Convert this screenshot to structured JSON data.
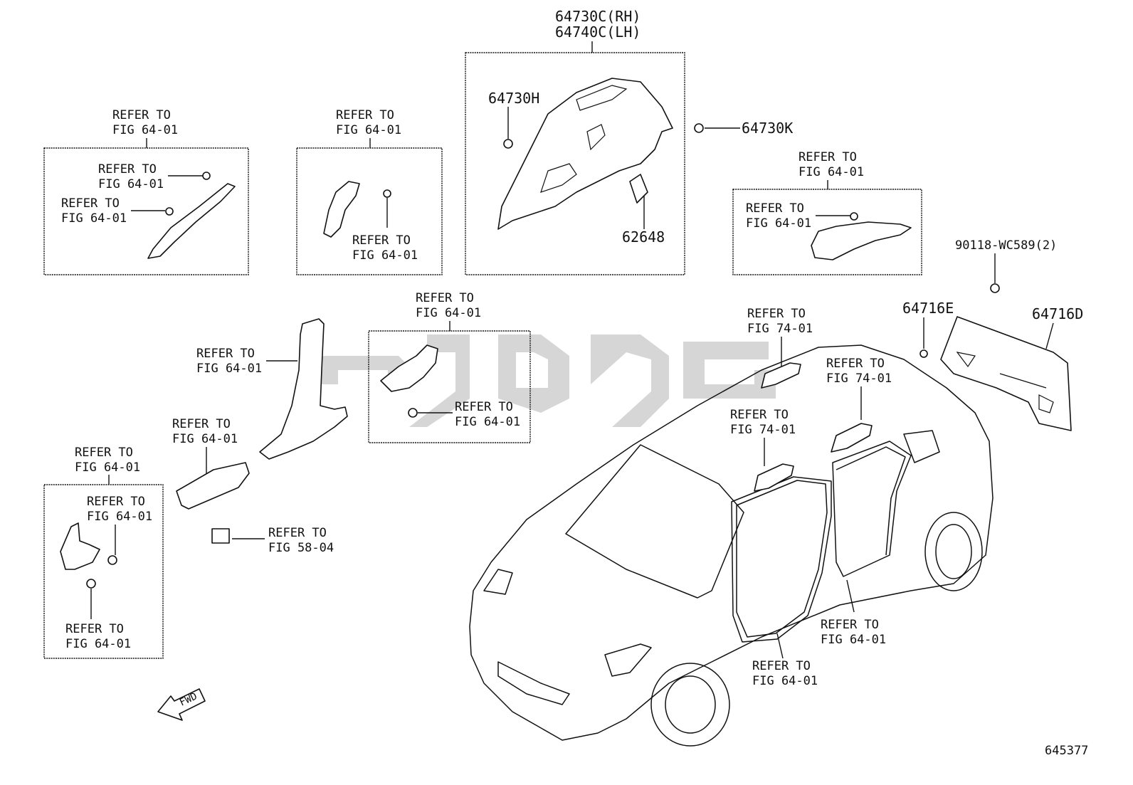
{
  "callouts": {
    "main_assembly": [
      "64730C(RH)",
      "64740C(LH)"
    ],
    "pn_64730H": "64730H",
    "pn_64730K": "64730K",
    "pn_62648": "62648",
    "pn_90118": "90118-WC589(2)",
    "pn_64716E": "64716E",
    "pn_64716D": "64716D",
    "diagram_id": "645377"
  },
  "refs": {
    "refer": "REFER TO",
    "fig_64_01": "FIG 64-01",
    "fig_74_01": "FIG 74-01",
    "fig_58_04": "FIG 58-04"
  },
  "arrow_label": "FWD"
}
